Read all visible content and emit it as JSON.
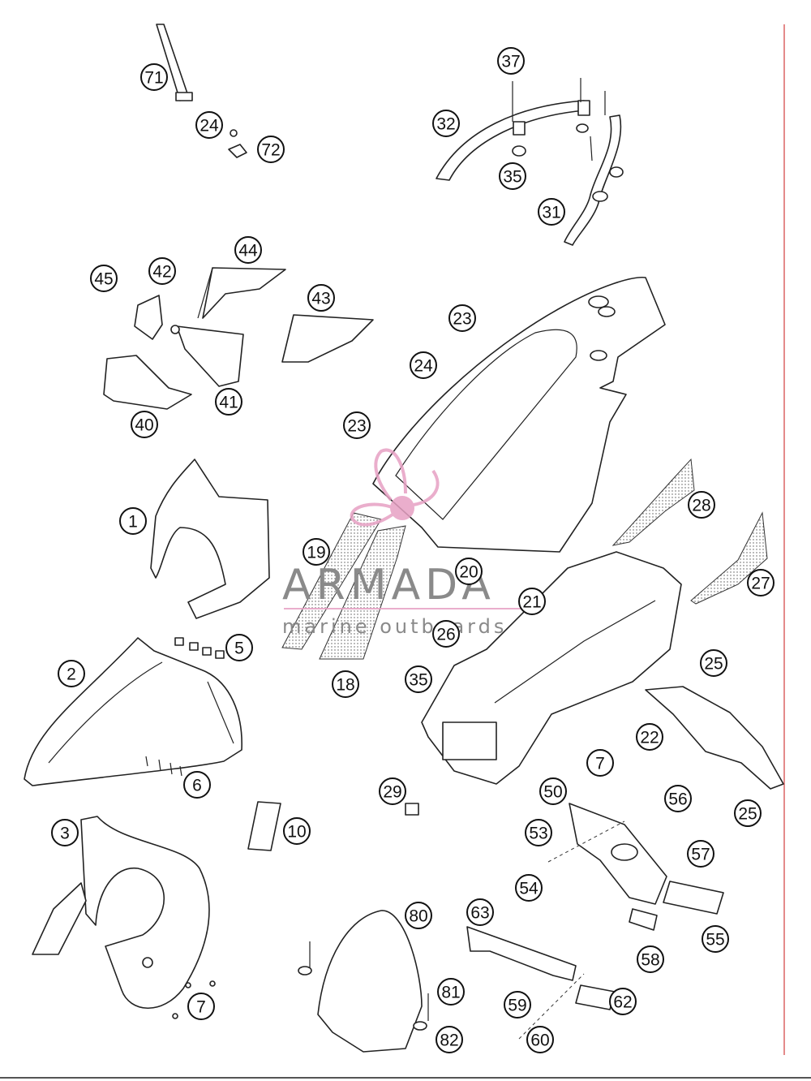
{
  "diagram": {
    "callouts": [
      "1",
      "2",
      "3",
      "5",
      "6",
      "7",
      "7",
      "10",
      "18",
      "19",
      "20",
      "21",
      "22",
      "23",
      "23",
      "24",
      "24",
      "25",
      "25",
      "26",
      "27",
      "28",
      "29",
      "31",
      "32",
      "35",
      "35",
      "37",
      "40",
      "41",
      "42",
      "43",
      "44",
      "45",
      "50",
      "53",
      "54",
      "55",
      "56",
      "57",
      "58",
      "59",
      "60",
      "62",
      "63",
      "71",
      "72",
      "80",
      "81",
      "82"
    ]
  },
  "watermark": {
    "name": "ARMADA",
    "sub": "marine outboards",
    "color": "#e7a1c4"
  }
}
